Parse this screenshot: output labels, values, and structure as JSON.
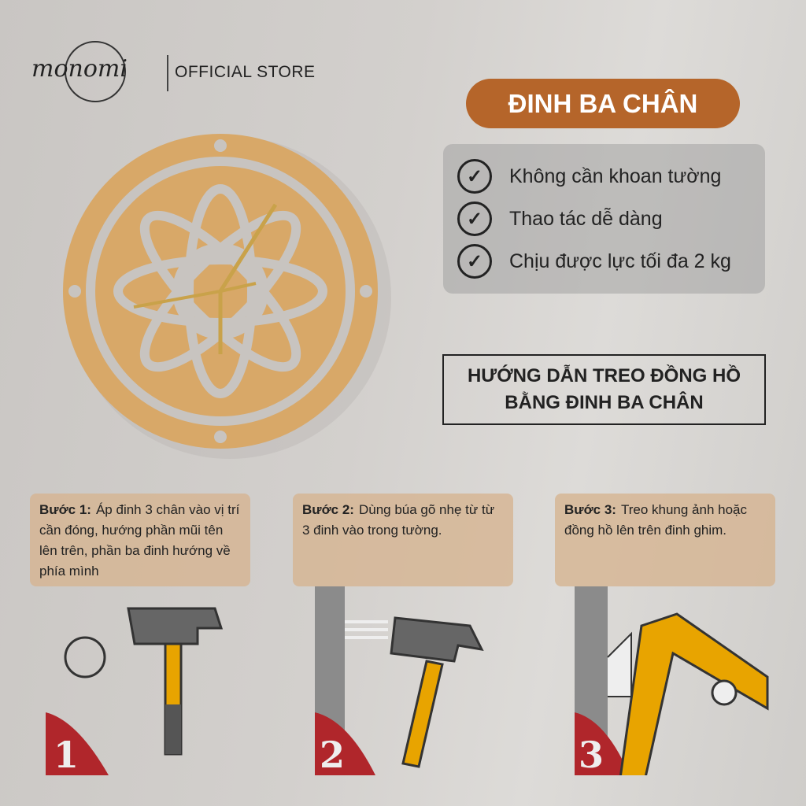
{
  "brand": {
    "logo": "monomi",
    "store": "OFFICIAL STORE"
  },
  "title": "ĐINH BA CHÂN",
  "features": [
    "Không cần khoan tường",
    "Thao tác dễ dàng",
    "Chịu được lực tối đa 2 kg"
  ],
  "guide": {
    "line1": "HƯỚNG DẪN TREO ĐỒNG HỒ",
    "line2": "BẰNG ĐINH BA CHÂN"
  },
  "steps": [
    {
      "label": "Bước 1:",
      "text": "Áp đinh 3 chân vào vị trí cần đóng, hướng phần mũi tên lên trên, phần ba đinh hướng về phía mình",
      "number": "1"
    },
    {
      "label": "Bước 2:",
      "text": "Dùng búa gõ nhẹ từ từ 3 đinh vào trong tường.",
      "number": "2"
    },
    {
      "label": "Bước 3:",
      "text": "Treo khung ảnh hoặc đồng hồ lên trên đinh ghim.",
      "number": "3"
    }
  ],
  "colors": {
    "accent": "#b5652a",
    "step_bg": "#d6b491",
    "number_red": "#b0262b"
  }
}
